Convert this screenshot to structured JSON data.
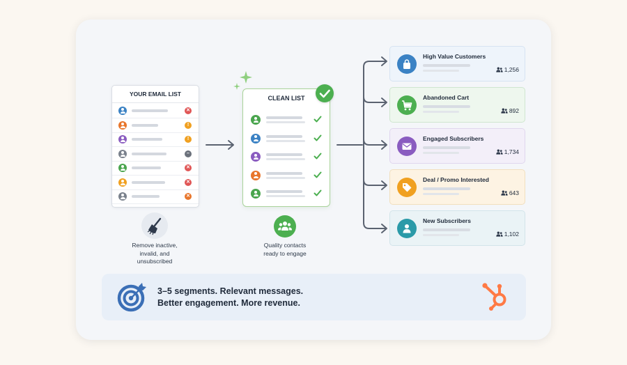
{
  "left_list": {
    "title": "YOUR EMAIL LIST",
    "rows": [
      {
        "avatar": "#3b82c4",
        "status": "x",
        "status_color": "#e05656"
      },
      {
        "avatar": "#e8762c",
        "status": "!",
        "status_color": "#f0a020"
      },
      {
        "avatar": "#8a5cc0",
        "status": "!",
        "status_color": "#f0a020"
      },
      {
        "avatar": "#7a818c",
        "status": "-",
        "status_color": "#6b717b"
      },
      {
        "avatar": "#4aa54e",
        "status": "x",
        "status_color": "#e05656"
      },
      {
        "avatar": "#f0a020",
        "status": "x",
        "status_color": "#e05656"
      },
      {
        "avatar": "#7a818c",
        "status": "x",
        "status_color": "#e8762c"
      }
    ],
    "caption": [
      "Remove inactive,",
      "invalid, and",
      "unsubscribed"
    ]
  },
  "clean_list": {
    "title": "CLEAN LIST",
    "rows": [
      {
        "avatar": "#4aa54e"
      },
      {
        "avatar": "#3b82c4"
      },
      {
        "avatar": "#8a5cc0"
      },
      {
        "avatar": "#e8762c"
      },
      {
        "avatar": "#4aa54e"
      }
    ],
    "caption": [
      "Quality contacts",
      "ready to engage"
    ]
  },
  "segments": [
    {
      "name": "High Value Customers",
      "count": "1,256",
      "icon": "shopping-bag-icon",
      "icon_color": "#3b82c4",
      "bg": "#eef4fb",
      "border": "#d6e3f2"
    },
    {
      "name": "Abandoned Cart",
      "count": "892",
      "icon": "cart-icon",
      "icon_color": "#4caf50",
      "bg": "#eef7ee",
      "border": "#cfe6cf"
    },
    {
      "name": "Engaged Subscribers",
      "count": "1,734",
      "icon": "envelope-icon",
      "icon_color": "#8a5cc0",
      "bg": "#f3eff9",
      "border": "#e0d6ee"
    },
    {
      "name": "Deal / Promo Interested",
      "count": "643",
      "icon": "tag-icon",
      "icon_color": "#f0a020",
      "bg": "#fdf3e3",
      "border": "#f1dfbe"
    },
    {
      "name": "New Subscribers",
      "count": "1,102",
      "icon": "user-icon",
      "icon_color": "#2b9aa8",
      "bg": "#eaf3f6",
      "border": "#d2e4ea"
    }
  ],
  "tagline": [
    "3–5 segments. Relevant messages.",
    "Better engagement. More revenue."
  ],
  "colors": {
    "accent_blue": "#3b6fb6",
    "hubspot_orange": "#ff7a45",
    "arrow": "#5a6270"
  }
}
